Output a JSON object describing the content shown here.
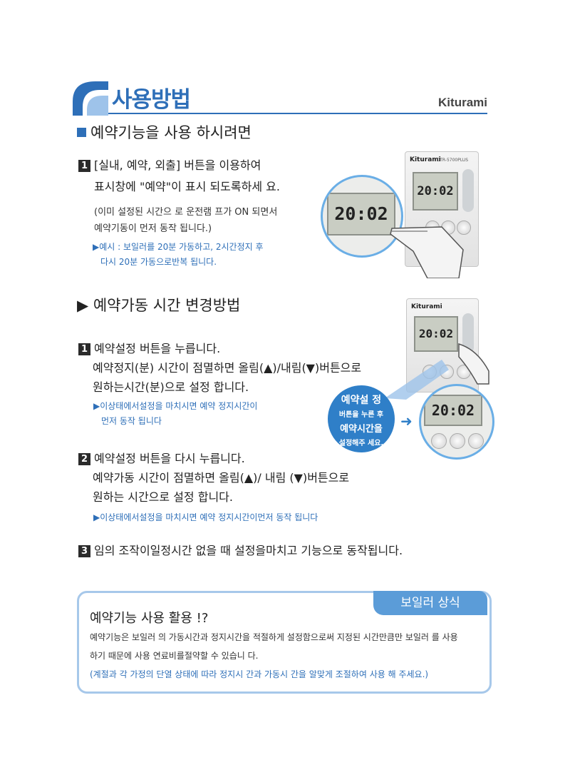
{
  "header": {
    "title": "사용방법",
    "brand": "Kiturami"
  },
  "section1": {
    "title": "예약기능을 사용 하시려면",
    "step1_number": "1",
    "step1_line1": "[실내, 예약, 외출] 버튼을 이용하여",
    "step1_line2": "표시창에 \"예약\"이 표시 되도록하세 요.",
    "paren_line1": "(이미 설정된 시간으 로 운전램 프가 ON 되면서",
    "paren_line2": "예약기동이 먼저 동작 됩니다.)",
    "note_line1": "▶예시 : 보일러를 20분 가동하고, 2시간정지 후",
    "note_line2": "다시 20분 가동으로반복 됩니다."
  },
  "section2": {
    "title": "▶ 예약가동 시간 변경방법",
    "step1_number": "1",
    "step1_line1": "예약설정 버튼을 누릅니다.",
    "step1_line2": "예약정지(분) 시간이 점멸하면 올림(▲)/내림(▼)버튼으로",
    "step1_line3": "원하는시간(분)으로 설정 합니다.",
    "step1_note1": "▶이상태에서설정을 마치시면 예약 정지시간이",
    "step1_note2": "먼저 동작 됩니다",
    "step2_number": "2",
    "step2_line1": "예약설정 버튼을 다시 누릅니다.",
    "step2_line2": "예약가동 시간이 점멸하면 올림(▲)/ 내림 (▼)버튼으로",
    "step2_line3": "원하는 시간으로 설정 합니다.",
    "step2_note": "▶이상태에서설정을 마치시면 예약 정지시간이먼저 동작 됩니다",
    "step3_number": "3",
    "step3_line": "임의 조작이일정시간 없을 때 설정을마치고 기능으로 동작됩니다."
  },
  "device": {
    "brand": "Kiturami",
    "model": "CTR-5700PLUS",
    "lcd_display": "20:02",
    "callout_line1": "예약설 정",
    "callout_line2": "버튼을 누른 후",
    "callout_line3": "예약시간을",
    "callout_line4": "설정해주 세요."
  },
  "infobox": {
    "tab": "보일러  상식",
    "title": "예약기능 사용 활용 !?",
    "line1": "예약기능은 보일러 의 가동시간과 정지시간을 적절하게 설정함으로써 지정된  시간만큼만 보일러 를 사용",
    "line2": "하기 때문에 사용 연료비를절약할 수 있습니 다.",
    "line3": "(계절과 각 가정의 단열 상태에 따라 정지시 간과 가동시 간을 알맞게 조절하여 사용 해 주세요.)"
  },
  "colors": {
    "accent": "#2e6fb8",
    "note": "#2e6fb8",
    "callout": "#2f7fc8",
    "infobox_border": "#a7c8ea",
    "tab": "#5b9cd8"
  }
}
